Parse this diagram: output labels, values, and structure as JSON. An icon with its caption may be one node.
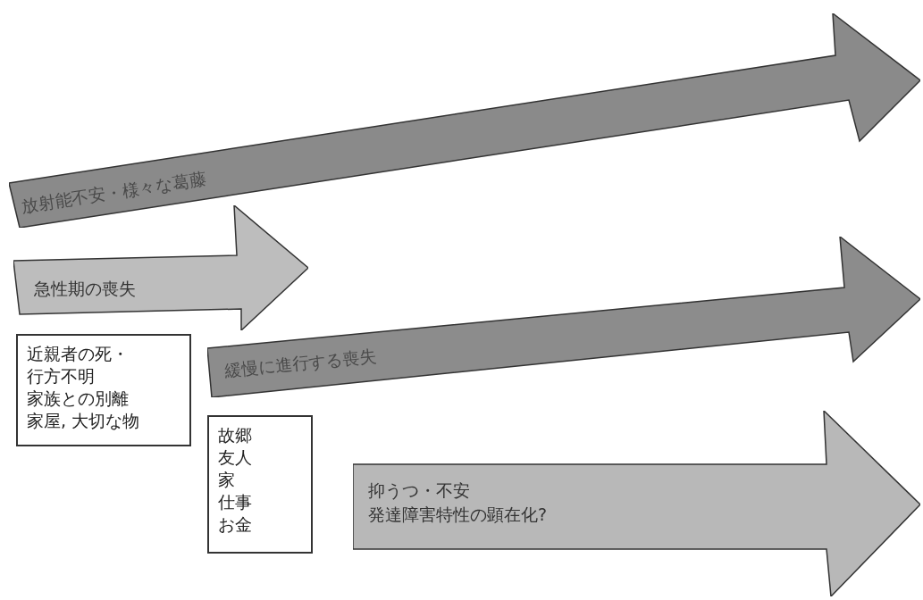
{
  "diagram": {
    "nodes": [
      {
        "text": [
          "放射能不安・様々な葛藤"
        ]
      },
      {
        "text": [
          "急性期の喪失"
        ]
      },
      {
        "text": [
          "近親者の死・行方不明",
          "家族との別離",
          "家屋, 大切な物"
        ]
      },
      {
        "text": [
          "緩慢に進行する喪失"
        ]
      },
      {
        "text": [
          "故郷",
          "友人",
          "家",
          "仕事",
          "お金"
        ]
      },
      {
        "text": [
          "抑うつ・不安",
          "発達障害特性の顕在化?"
        ]
      }
    ]
  }
}
